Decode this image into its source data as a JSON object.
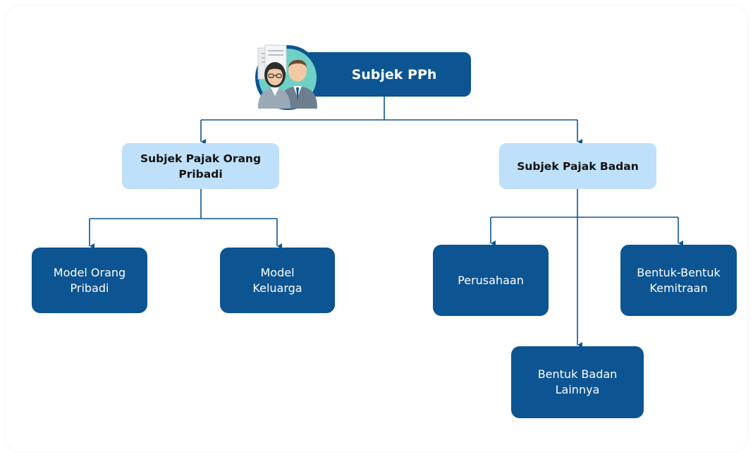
{
  "root": {
    "label": "Subjek PPh",
    "icon": "business-people-icon"
  },
  "branches": [
    {
      "label": "Subjek Pajak Orang Pribadi"
    },
    {
      "label": "Subjek Pajak Badan"
    }
  ],
  "leaves": {
    "orang_pribadi": [
      "Model Orang Pribadi",
      "Model Keluarga"
    ],
    "badan": [
      "Perusahaan",
      "Bentuk-Bentuk Kemitraan",
      "Bentuk Badan Lainnya"
    ]
  },
  "colors": {
    "dark_blue": "#0c5492",
    "light_blue": "#bfe0fa",
    "teal": "#6fd0c6"
  }
}
